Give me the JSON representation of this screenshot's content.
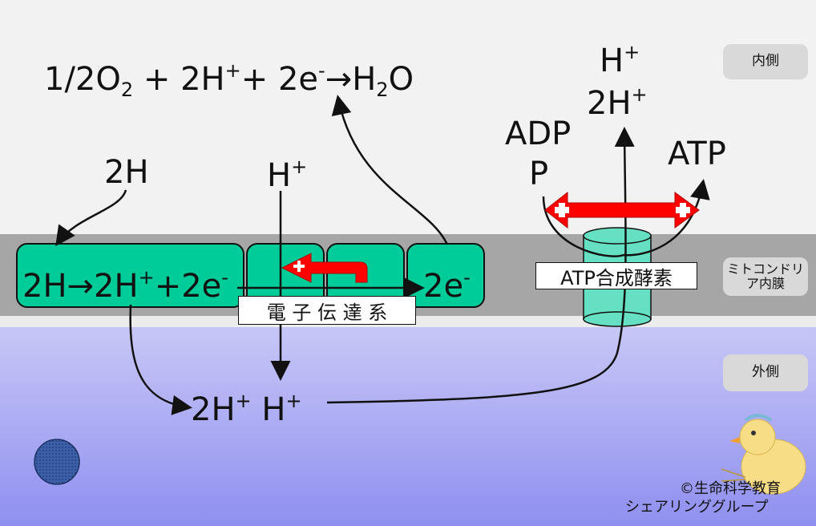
{
  "regions": {
    "inside_label": "内側",
    "membrane_label": "ミトコンドリア内膜",
    "outside_label": "外側"
  },
  "equation": {
    "lhs1": "1/2O",
    "lhs1_sub": "2",
    "plus1": "+",
    "term2": "2H",
    "term2_sup": "+",
    "plus2": "+",
    "term3": "2e",
    "term3_sup": "-",
    "arrow": "→",
    "product": "H",
    "product_sub": "2",
    "product_end": "O"
  },
  "inputs": {
    "h2": "2H",
    "hplus": "H",
    "hplus_sup": "+"
  },
  "chain": {
    "reaction_a": "2H→2H",
    "reaction_sup1": "+",
    "reaction_b": "+2e",
    "reaction_sup2": "-",
    "electron": "2e",
    "electron_sup": "-",
    "label": "電 子 伝 達 系"
  },
  "outside": {
    "protons_a": "2H",
    "protons_a_sup": "+",
    "protons_b": "H",
    "protons_b_sup": "+"
  },
  "synthase": {
    "label": "ATP合成酵素",
    "proton_top": "H",
    "proton_top_sup": "+",
    "proton_2": "2H",
    "proton_2_sup": "+",
    "adp": "ADP",
    "p": "P",
    "atp": "ATP"
  },
  "credit": {
    "line1": "©生命科学教育",
    "line2": "シェアリンググループ"
  },
  "colors": {
    "protein": "#00cc99",
    "synthase": "#66e0c2",
    "outside": "#9b9bf2",
    "membrane": "#a6a6a6",
    "arrow_red": "#ff0000"
  }
}
